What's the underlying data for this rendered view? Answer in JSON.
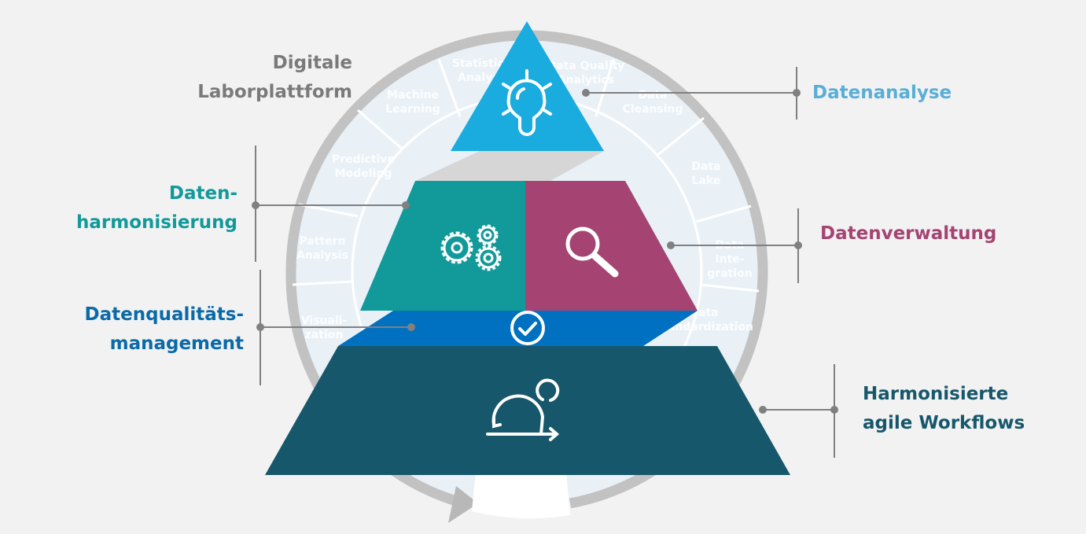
{
  "title": {
    "line1": "Digitale",
    "line2": "Laborplattform"
  },
  "layers": {
    "analyse": {
      "label": "Datenanalyse",
      "color": "#1aabdf",
      "icon": "lightbulb-icon"
    },
    "harmonisierung": {
      "line1": "Daten-",
      "line2": "harmonisierung",
      "color": "#12999a",
      "icon": "gears-icon"
    },
    "verwaltung": {
      "label": "Datenverwaltung",
      "color": "#a54473",
      "icon": "magnifier-icon"
    },
    "qualitaet": {
      "line1": "Datenqualitäts-",
      "line2": "management",
      "color": "#0070c0",
      "icon": "check-circle-icon"
    },
    "workflows": {
      "line1": "Harmonisierte",
      "line2": "agile Workflows",
      "color": "#17576b",
      "icon": "agile-cycle-icon"
    }
  },
  "wheel": {
    "segments": [
      {
        "l1": "Statistical",
        "l2": "Analysis"
      },
      {
        "l1": "Data Quality",
        "l2": "Analytics"
      },
      {
        "l1": "Data",
        "l2": "Cleansing"
      },
      {
        "l1": "Data",
        "l2": "Lake"
      },
      {
        "l1": "Data",
        "l2": "Inte-",
        "l3": "gration"
      },
      {
        "l1": "Data",
        "l2": "Standardization"
      },
      {
        "l1": "Visuali-",
        "l2": "zation"
      },
      {
        "l1": "Pattern",
        "l2": "Analysis"
      },
      {
        "l1": "Predictive",
        "l2": "Modeling"
      },
      {
        "l1": "Machine",
        "l2": "Learning"
      }
    ]
  }
}
